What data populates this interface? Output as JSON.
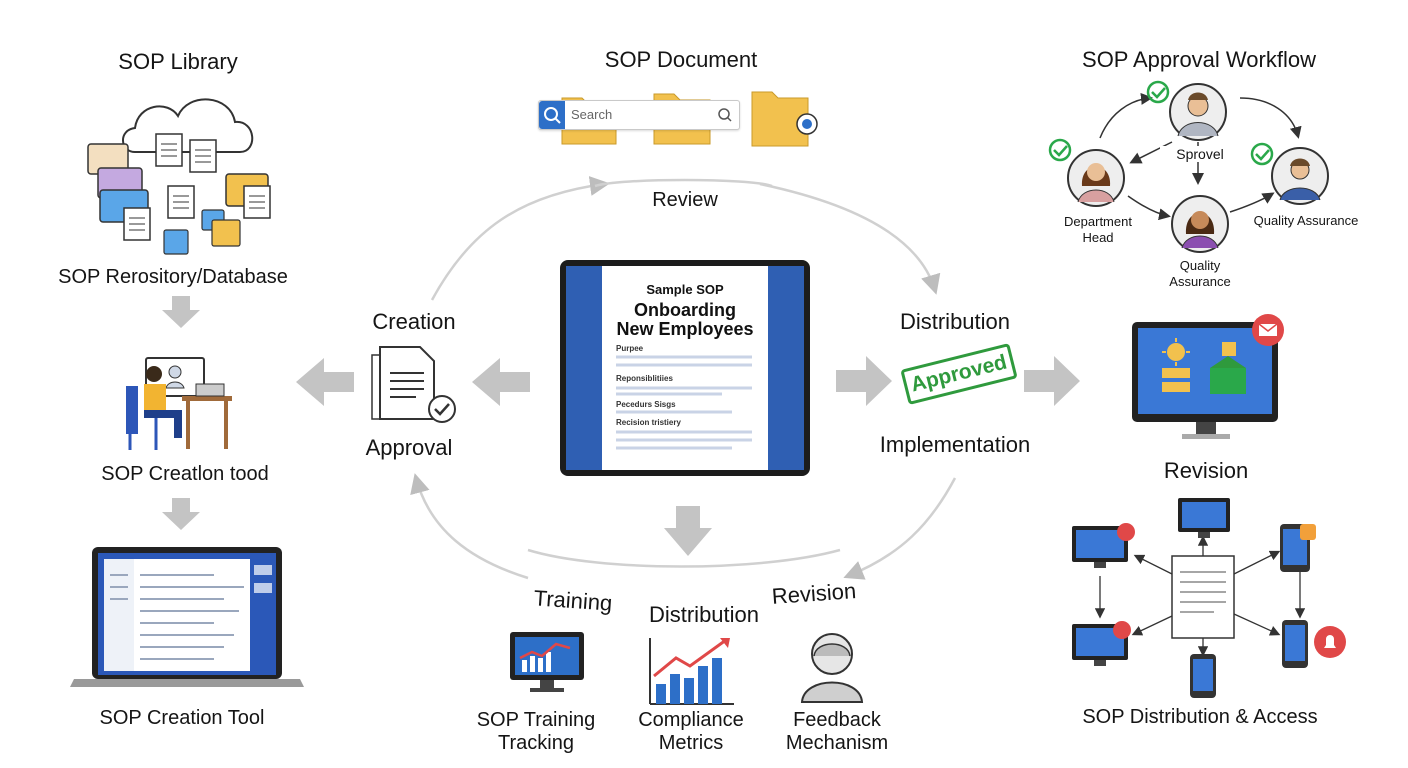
{
  "left": {
    "library_title": "SOP Library",
    "repository_label": "SOP Rerository/Database",
    "creation_tool_top": "SOP Creatlon tood",
    "creation_tool_bottom": "SOP Creation Tool"
  },
  "top": {
    "document_title": "SOP Document",
    "search_placeholder": "Search",
    "review_label": "Review"
  },
  "center": {
    "creation_label": "Creation",
    "approval_label": "Approval",
    "distribution_label": "Distribution",
    "implementation_label": "Implementation",
    "stamp_text": "Approved",
    "doc_kicker": "Sample SOP",
    "doc_title_line1": "Onboarding",
    "doc_title_line2": "New Employees",
    "doc_sections": [
      "Purpee",
      "Reponsiblitiies",
      "Pecedurs Sisgs",
      "Recision tristiery"
    ]
  },
  "bottom": {
    "training_label": "Training",
    "distribution_label": "Distribution",
    "revision_label": "Revision",
    "training_tracking_line1": "SOP Training",
    "training_tracking_line2": "Tracking",
    "compliance_line1": "Compliance",
    "compliance_line2": "Metrics",
    "feedback_line1": "Feedback",
    "feedback_line2": "Mechanism"
  },
  "right": {
    "workflow_title": "SOP Approval Workflow",
    "approver_label": "Sprovel",
    "department_head_line1": "Department",
    "department_head_line2": "Head",
    "quality_assurance_right": "Quality Assurance",
    "quality_assurance_bottom_line1": "Quality",
    "quality_assurance_bottom_line2": "Assurance",
    "revision_label": "Revision",
    "distribution_access_label": "SOP Distribution & Access"
  },
  "colors": {
    "arrow_gray": "#c4c4c4",
    "cycle_gray": "#d0d0d0",
    "tablet_blue": "#2f5fb3",
    "folder_yellow": "#f2c14e",
    "check_green": "#2aa84a",
    "stamp_green": "#2f9a3d",
    "alert_red": "#e04848"
  }
}
